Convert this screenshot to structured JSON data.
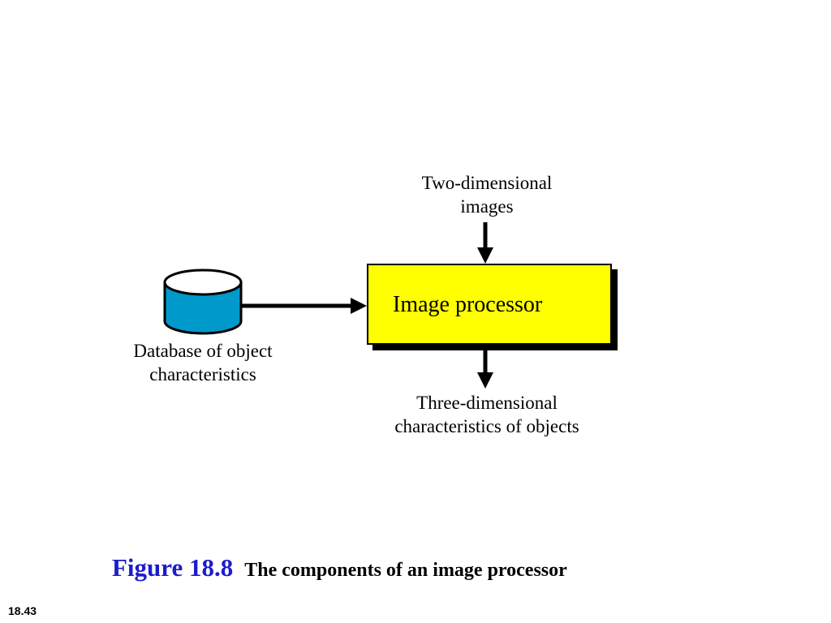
{
  "diagram": {
    "input_label": "Two-dimensional\nimages",
    "processor_label": "Image processor",
    "database_label": "Database of object\ncharacteristics",
    "output_label": "Three-dimensional\ncharacteristics of objects",
    "database_icon": "database-cylinder-icon",
    "colors": {
      "processor_fill": "#ffff00",
      "database_fill": "#0099cc",
      "database_top": "#ffffff",
      "arrows": "#000000"
    }
  },
  "caption": {
    "figure_number": "Figure 18.8",
    "text": "The components of an image processor",
    "figure_color": "#1c1ccc"
  },
  "slide_number": "18.43"
}
